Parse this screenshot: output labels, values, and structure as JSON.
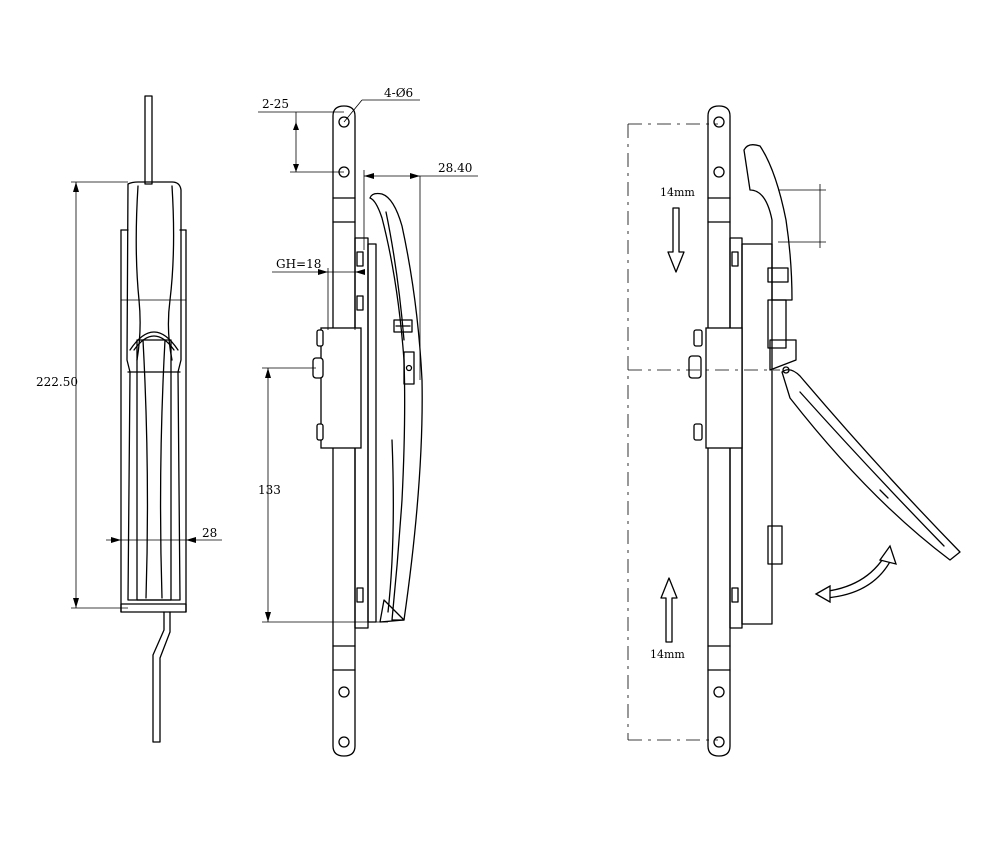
{
  "dimensions": {
    "holes": "4-Ø6",
    "hole_spacing": "2-25",
    "offset": "28.40",
    "handle_length": "222.50",
    "width": "28",
    "gh": "GH=18",
    "height": "133",
    "travel_top": "14mm",
    "travel_bottom": "14mm"
  }
}
